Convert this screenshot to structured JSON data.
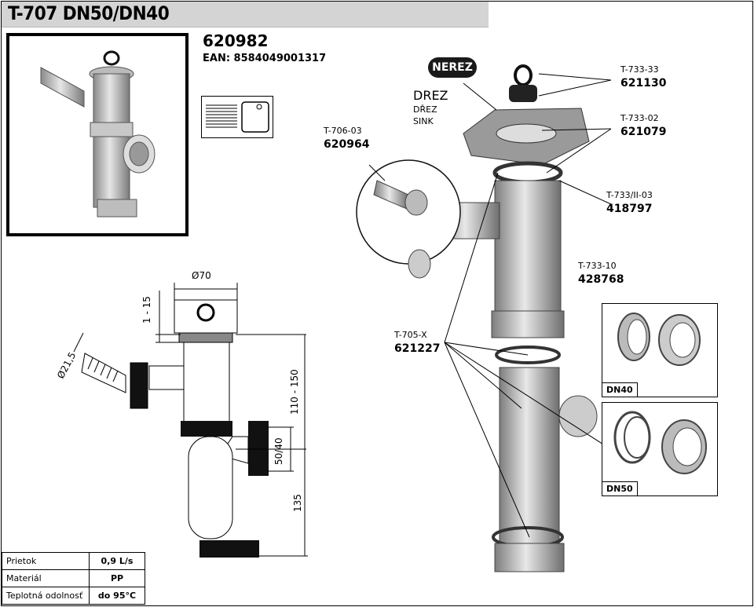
{
  "header": {
    "title": "T-707 DN50/DN40"
  },
  "product": {
    "code": "620982",
    "ean": "EAN: 8584049001317"
  },
  "specs": [
    {
      "label": "Prietok",
      "value": "0,9 L/s"
    },
    {
      "label": "Materiál",
      "value": "PP"
    },
    {
      "label": "Teplotná odolnosť",
      "value": "do 95°C"
    }
  ],
  "dimensions": {
    "diameter_top": "Ø70",
    "diameter_side": "Ø21,5",
    "gap": "1 - 15",
    "height_upper": "110 - 150",
    "outlet": "50/40",
    "height_lower": "135"
  },
  "parts": {
    "nerez": "NEREZ",
    "drez": "DREZ",
    "drez_cz": "DŘEZ",
    "sink_en": "SINK",
    "plug_code": "T-733-33",
    "plug_num": "621130",
    "grate_code": "T-733-02",
    "grate_num": "621079",
    "nut_code": "T-733/II-03",
    "nut_num": "418797",
    "hose_code": "T-706-03",
    "hose_num": "620964",
    "reducer_code": "T-733-10",
    "reducer_num": "428768",
    "gasket_code": "T-705-X",
    "gasket_num": "621227"
  },
  "variants": {
    "dn40": "DN40",
    "dn50": "DN50"
  }
}
